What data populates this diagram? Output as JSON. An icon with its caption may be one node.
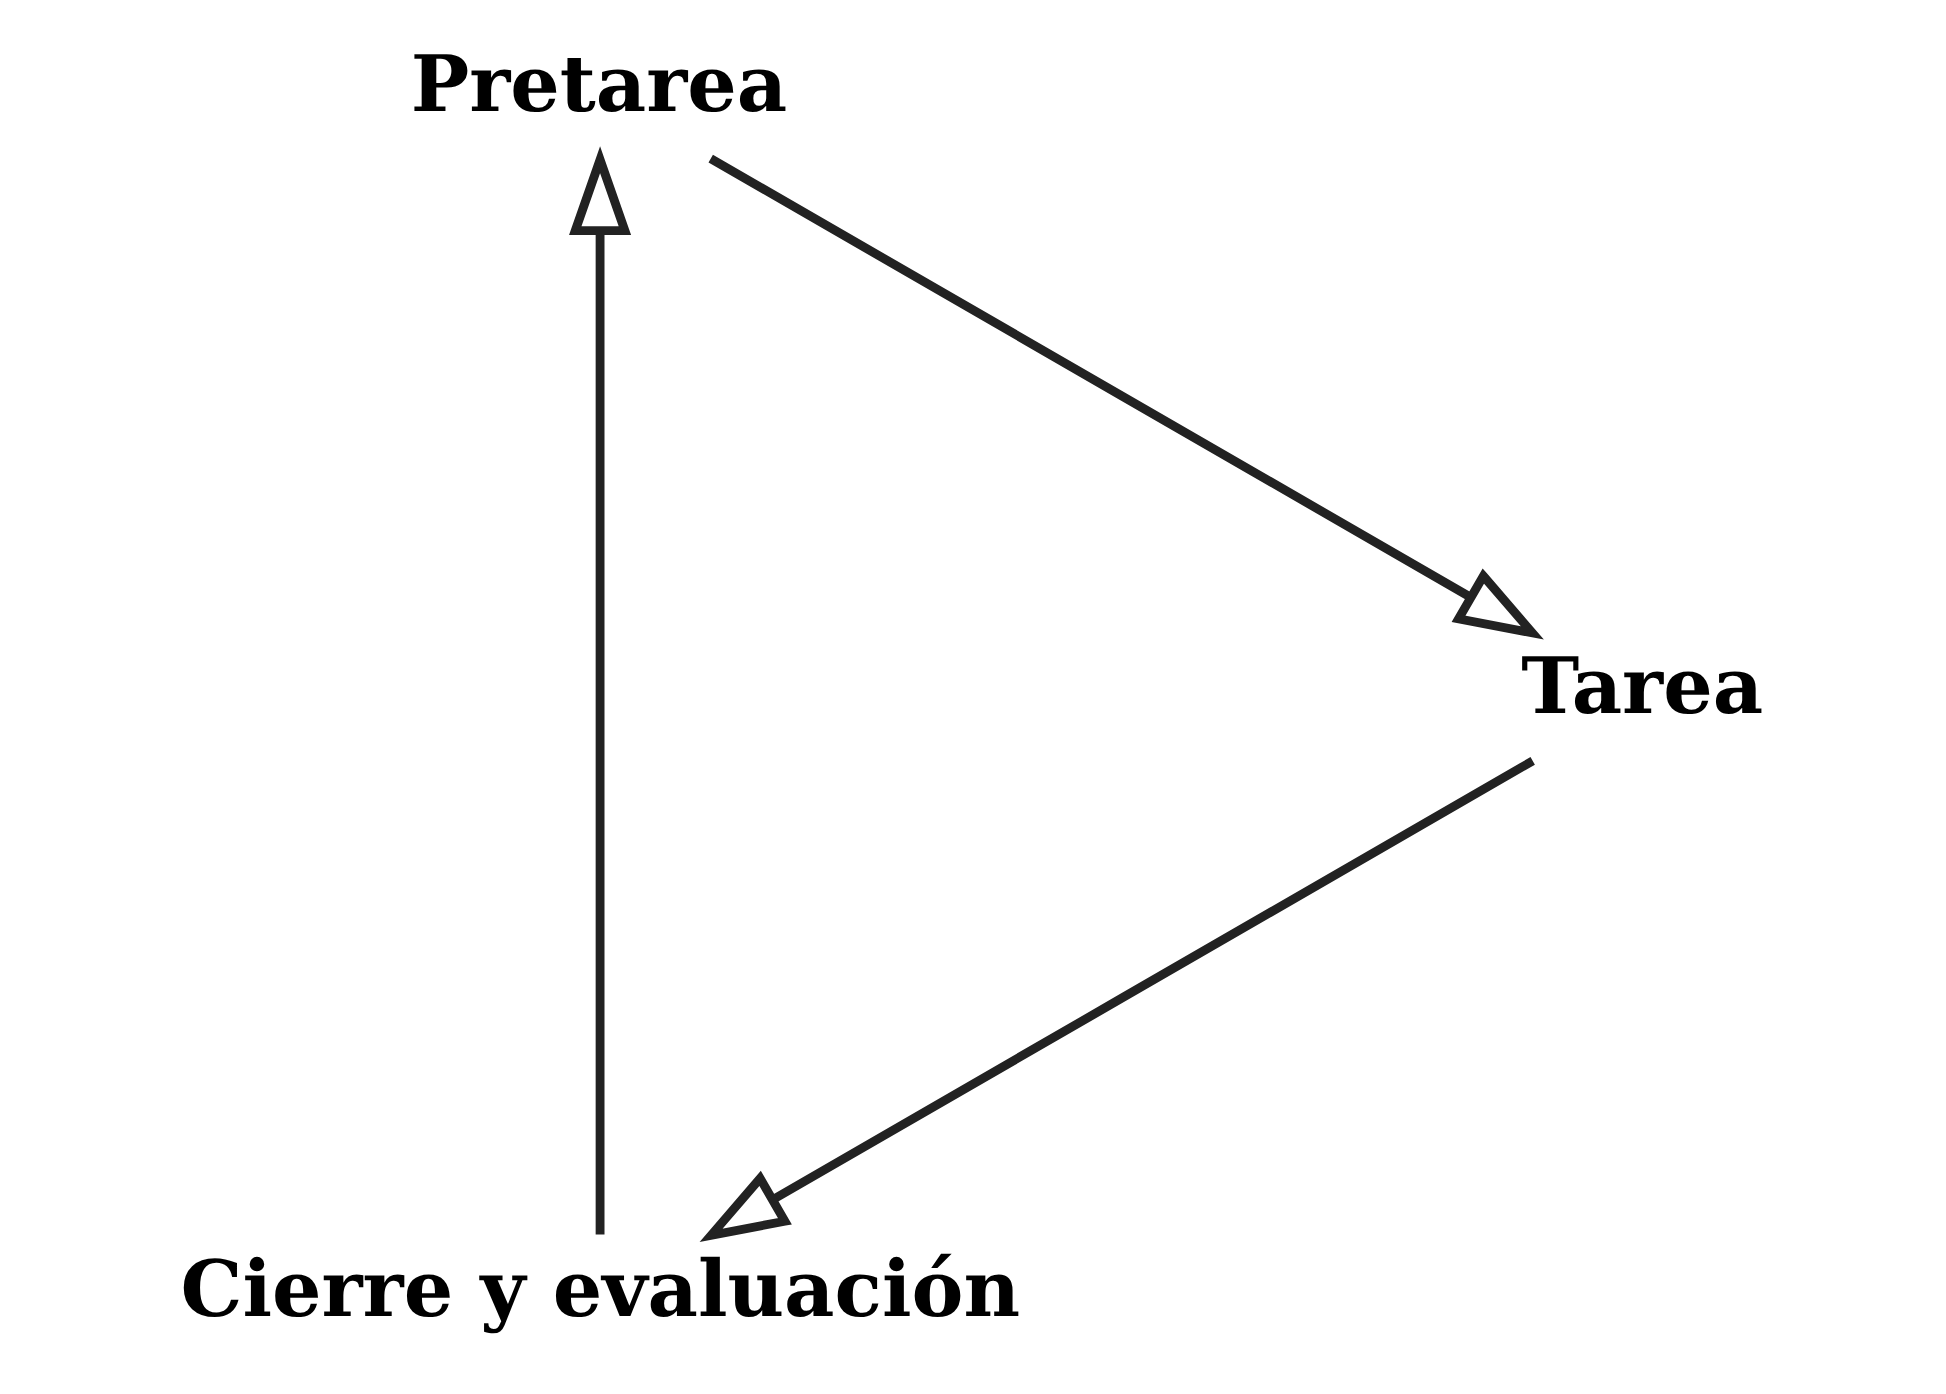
{
  "diagram": {
    "nodes": [
      {
        "text": [
          "Cierre y evaluación"
        ]
      },
      {
        "text": [
          "Pretarea"
        ]
      },
      {
        "text": [
          "Tarea"
        ]
      }
    ],
    "edges": [
      {
        "from": 0,
        "to": 1,
        "arrow": "to"
      },
      {
        "from": 1,
        "to": 2,
        "arrow": "to"
      },
      {
        "from": 2,
        "to": 0,
        "arrow": "to"
      }
    ]
  }
}
